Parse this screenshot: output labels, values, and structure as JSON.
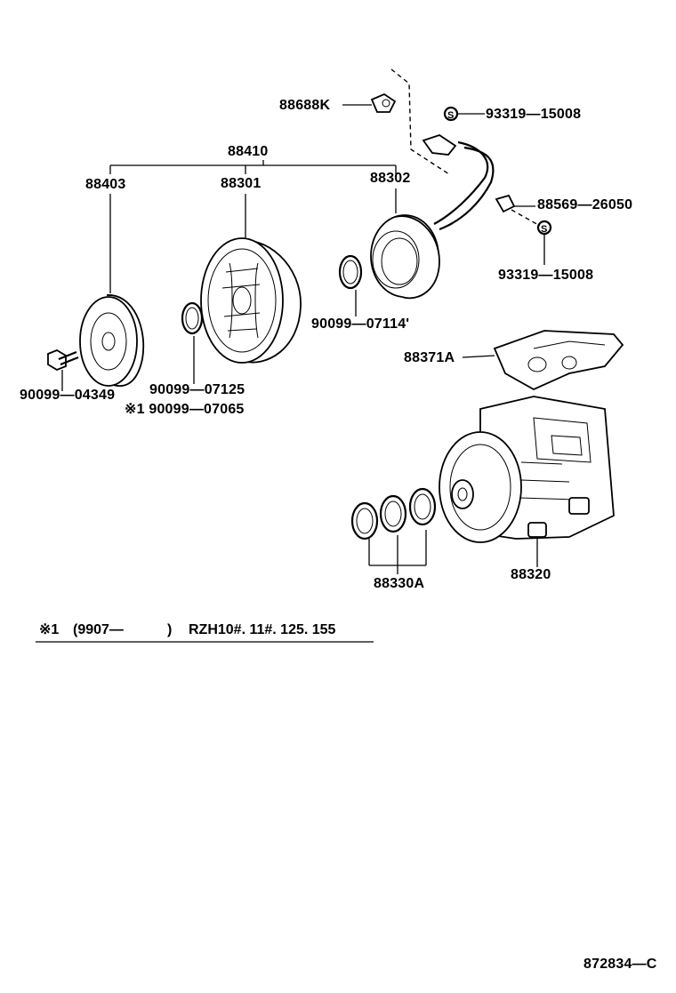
{
  "labels": {
    "p88688K": "88688K",
    "p93319a": "93319—15008",
    "p88410": "88410",
    "p88403": "88403",
    "p88301": "88301",
    "p88302": "88302",
    "p88569": "88569—26050",
    "p93319b": "93319—15008",
    "p90099_07114": "90099—07114'",
    "p88371A": "88371A",
    "p90099_04349": "90099—04349",
    "p90099_07125": "90099—07125",
    "p90099_07065": "※1 90099—07065",
    "p88330A": "88330A",
    "p88320": "88320"
  },
  "note": {
    "mark": "※1",
    "range": "(9907—",
    "range_end": ")",
    "models": "RZH10#. 11#. 125. 155"
  },
  "footer": {
    "code": "872834—C"
  }
}
